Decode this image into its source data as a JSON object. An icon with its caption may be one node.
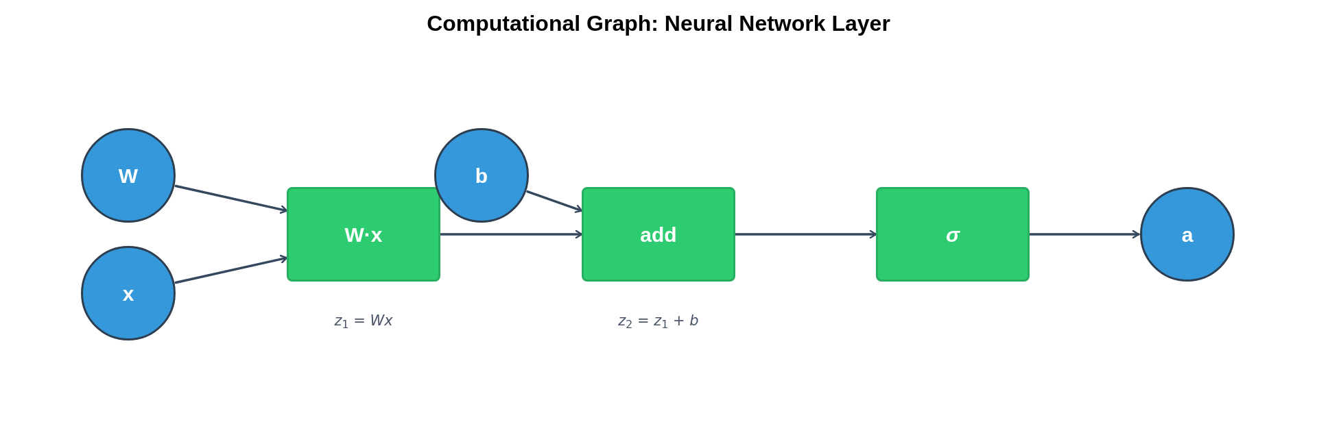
{
  "diagram": {
    "title": "Computational Graph: Neural Network Layer",
    "nodes": [
      {
        "text": [
          "W"
        ]
      },
      {
        "text": [
          "x"
        ]
      },
      {
        "text": [
          "W·x"
        ],
        "beside": [
          "*z*$_{1}$ = *Wx*"
        ]
      },
      {
        "text": [
          "b"
        ]
      },
      {
        "text": [
          "add"
        ],
        "beside": [
          "*z*$_{2}$ = *z*$_{1}$ + *b*"
        ]
      },
      {
        "text": [
          "σ"
        ]
      },
      {
        "text": [
          "a"
        ]
      }
    ],
    "edges": [
      {
        "from": 0,
        "to": 2,
        "arrow": "to"
      },
      {
        "from": 1,
        "to": 2,
        "arrow": "to"
      },
      {
        "from": 2,
        "to": 4,
        "arrow": "to"
      },
      {
        "from": 3,
        "to": 4,
        "arrow": "to"
      },
      {
        "from": 4,
        "to": 5,
        "arrow": "to"
      },
      {
        "from": 5,
        "to": 6,
        "arrow": "to"
      }
    ]
  }
}
